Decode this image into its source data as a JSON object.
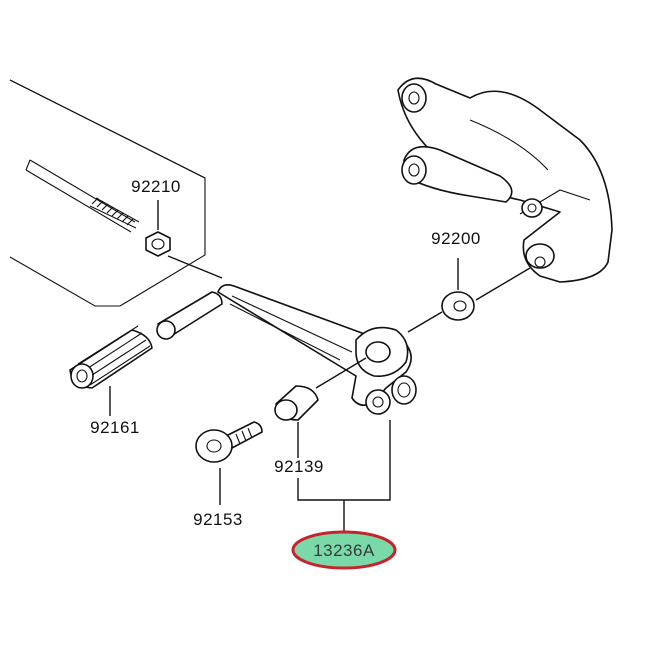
{
  "parts": {
    "p92210": "92210",
    "p92200": "92200",
    "p92161": "92161",
    "p92139": "92139",
    "p92153": "92153",
    "p13236A": "13236A"
  },
  "colors": {
    "highlight_fill": "#79d9a8",
    "highlight_ring": "#c8232b",
    "line": "#111111"
  },
  "icons": [
    "bracket",
    "shift-lever",
    "pivot-bolt",
    "lever-pin",
    "rubber-peg",
    "collar",
    "washer",
    "nut",
    "rod"
  ]
}
